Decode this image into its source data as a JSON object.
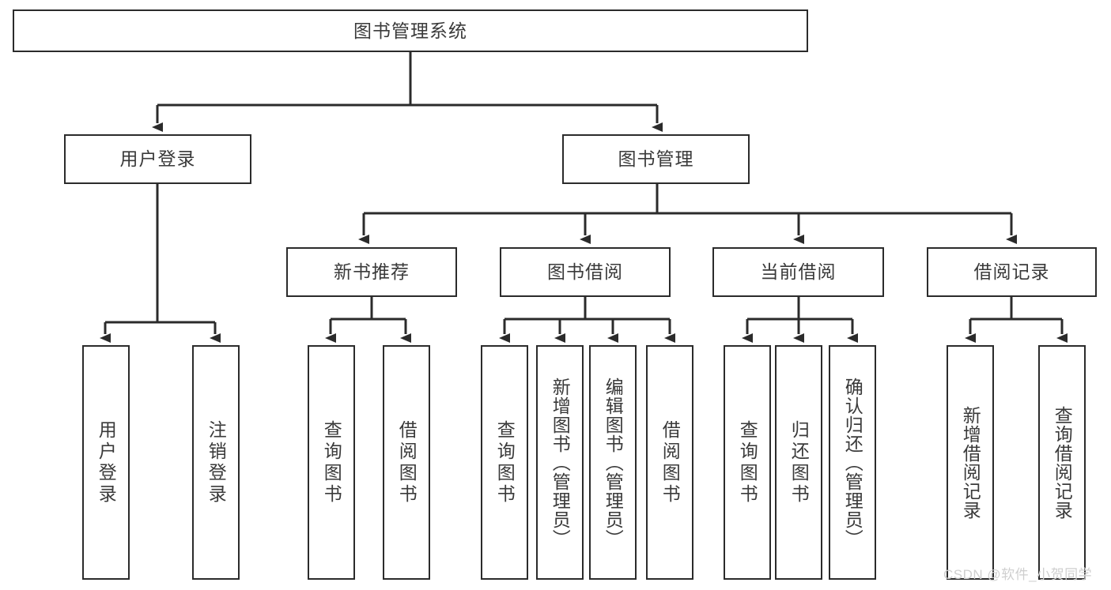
{
  "diagram": {
    "type": "hierarchy-tree",
    "title": "图书管理系统",
    "watermark": "CSDN @软件_小贺同学",
    "colors": {
      "box_border": "#2b2b2b",
      "text": "#3a3a3a",
      "background": "#ffffff",
      "connector": "#2b2b2b",
      "watermark": "#cfcfcf"
    },
    "nodes": {
      "root": "图书管理系统",
      "level2": [
        "用户登录",
        "图书管理"
      ],
      "level3": [
        "新书推荐",
        "图书借阅",
        "当前借阅",
        "借阅记录"
      ],
      "leaves_user_login": [
        "用户登录",
        "注销登录"
      ],
      "leaves_new_book": [
        "查询图书",
        "借阅图书"
      ],
      "leaves_borrow": [
        "查询图书",
        "新增图书（管理员）",
        "编辑图书（管理员）",
        "借阅图书"
      ],
      "leaves_current": [
        "查询图书",
        "归还图书",
        "确认归还（管理员）"
      ],
      "leaves_records": [
        "新增借阅记录",
        "查询借阅记录"
      ]
    }
  }
}
